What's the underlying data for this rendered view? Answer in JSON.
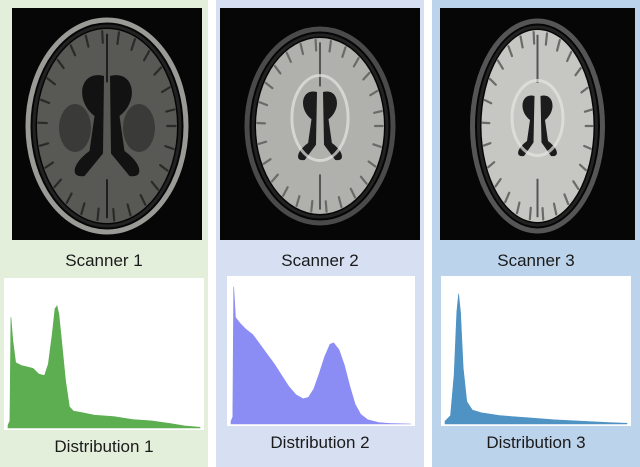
{
  "panels": [
    {
      "scanner_label": "Scanner 1",
      "distribution_label": "Distribution 1",
      "panel_bg": "#e4efdb",
      "hist_color": "#5cae51",
      "hist_profile": [
        [
          0,
          0.02
        ],
        [
          0.01,
          0.05
        ],
        [
          0.015,
          0.78
        ],
        [
          0.025,
          0.62
        ],
        [
          0.04,
          0.46
        ],
        [
          0.07,
          0.44
        ],
        [
          0.1,
          0.43
        ],
        [
          0.13,
          0.42
        ],
        [
          0.16,
          0.38
        ],
        [
          0.19,
          0.37
        ],
        [
          0.21,
          0.45
        ],
        [
          0.23,
          0.66
        ],
        [
          0.245,
          0.84
        ],
        [
          0.255,
          0.86
        ],
        [
          0.265,
          0.8
        ],
        [
          0.28,
          0.6
        ],
        [
          0.3,
          0.33
        ],
        [
          0.32,
          0.15
        ],
        [
          0.34,
          0.12
        ],
        [
          0.38,
          0.11
        ],
        [
          0.45,
          0.09
        ],
        [
          0.55,
          0.08
        ],
        [
          0.65,
          0.06
        ],
        [
          0.75,
          0.05
        ],
        [
          0.85,
          0.03
        ],
        [
          0.92,
          0.015
        ],
        [
          1.0,
          0.005
        ]
      ]
    },
    {
      "scanner_label": "Scanner 2",
      "distribution_label": "Distribution 2",
      "panel_bg": "#d7e0f2",
      "hist_color": "#8c8cf5",
      "hist_profile": [
        [
          0,
          0.02
        ],
        [
          0.01,
          0.05
        ],
        [
          0.015,
          0.98
        ],
        [
          0.025,
          0.76
        ],
        [
          0.05,
          0.72
        ],
        [
          0.08,
          0.68
        ],
        [
          0.12,
          0.64
        ],
        [
          0.16,
          0.57
        ],
        [
          0.2,
          0.5
        ],
        [
          0.24,
          0.43
        ],
        [
          0.28,
          0.35
        ],
        [
          0.32,
          0.27
        ],
        [
          0.36,
          0.21
        ],
        [
          0.4,
          0.18
        ],
        [
          0.43,
          0.19
        ],
        [
          0.46,
          0.25
        ],
        [
          0.49,
          0.36
        ],
        [
          0.52,
          0.48
        ],
        [
          0.55,
          0.57
        ],
        [
          0.57,
          0.58
        ],
        [
          0.6,
          0.53
        ],
        [
          0.63,
          0.42
        ],
        [
          0.66,
          0.27
        ],
        [
          0.69,
          0.14
        ],
        [
          0.72,
          0.07
        ],
        [
          0.76,
          0.03
        ],
        [
          0.82,
          0.01
        ],
        [
          0.88,
          0.004
        ],
        [
          1.0,
          0.0
        ]
      ]
    },
    {
      "scanner_label": "Scanner 3",
      "distribution_label": "Distribution 3",
      "panel_bg": "#bcd3ec",
      "hist_color": "#4e93c4",
      "hist_profile": [
        [
          0,
          0.02
        ],
        [
          0.03,
          0.06
        ],
        [
          0.05,
          0.35
        ],
        [
          0.065,
          0.8
        ],
        [
          0.075,
          0.93
        ],
        [
          0.085,
          0.8
        ],
        [
          0.1,
          0.4
        ],
        [
          0.12,
          0.16
        ],
        [
          0.15,
          0.1
        ],
        [
          0.2,
          0.08
        ],
        [
          0.3,
          0.06
        ],
        [
          0.45,
          0.045
        ],
        [
          0.6,
          0.03
        ],
        [
          0.75,
          0.02
        ],
        [
          0.9,
          0.01
        ],
        [
          1.0,
          0.005
        ]
      ]
    }
  ]
}
